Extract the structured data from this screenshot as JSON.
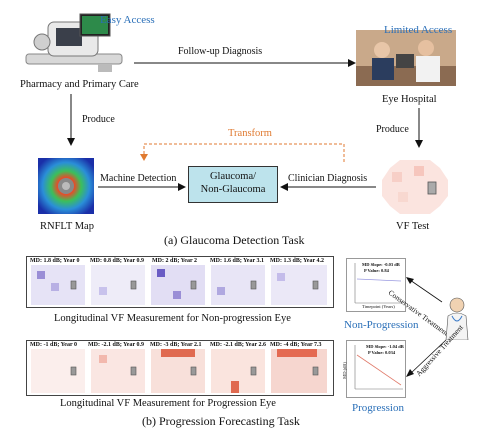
{
  "panel_a": {
    "easy_access": "Easy Access",
    "limited_access": "Limited Access",
    "followup": "Follow-up Diagnosis",
    "pharmacy": "Pharmacy and Primary Care",
    "hospital": "Eye Hospital",
    "produce_left": "Produce",
    "produce_right": "Produce",
    "transform": "Transform",
    "machine_detection": "Machine Detection",
    "clinician_diagnosis": "Clinician Diagnosis",
    "center_line1": "Glaucoma/",
    "center_line2": "Non-Glaucoma",
    "rnflt": "RNFLT Map",
    "vf_test": "VF Test",
    "caption": "(a)  Glaucoma Detection Task"
  },
  "panel_b": {
    "nonprog_labels": [
      "MD: 1.8 dB; Year 0",
      "MD: 0.8 dB; Year 0.9",
      "MD: 2 dB; Year 2",
      "MD: 1.6 dB; Year 3.1",
      "MD: 1.3 dB; Year 4.2"
    ],
    "prog_labels": [
      "MD: -1 dB; Year 0",
      "MD: -2.1 dB; Year 0.9",
      "MD: -3 dB; Year 2.1",
      "MD: -2.1 dB; Year 2.6",
      "MD: -4 dB; Year 7.3"
    ],
    "nonprog_caption": "Longitudinal VF Measurement for Non-progression Eye",
    "prog_caption": "Longitudinal VF Measurement for Progression Eye",
    "nonprog_title": "Non-Progression",
    "prog_title": "Progression",
    "conservative": "Conservative Treatment",
    "aggressive": "Aggressive Treatment",
    "plot1_slope": "MD Slope: -0.03 dB",
    "plot1_p": "P Value: 0.84",
    "plot2_slope": "MD Slope: -1.04 dB",
    "plot2_p": "P Value: 0.034",
    "md_axis": "MD (dB)",
    "time_axis": "Timepoint (Years)",
    "caption": "(b)  Progression Forecasting Task"
  },
  "colors": {
    "accent_blue": "#2a6fb8",
    "transform_orange": "#e07a30",
    "center_box": "#bde3ec"
  }
}
